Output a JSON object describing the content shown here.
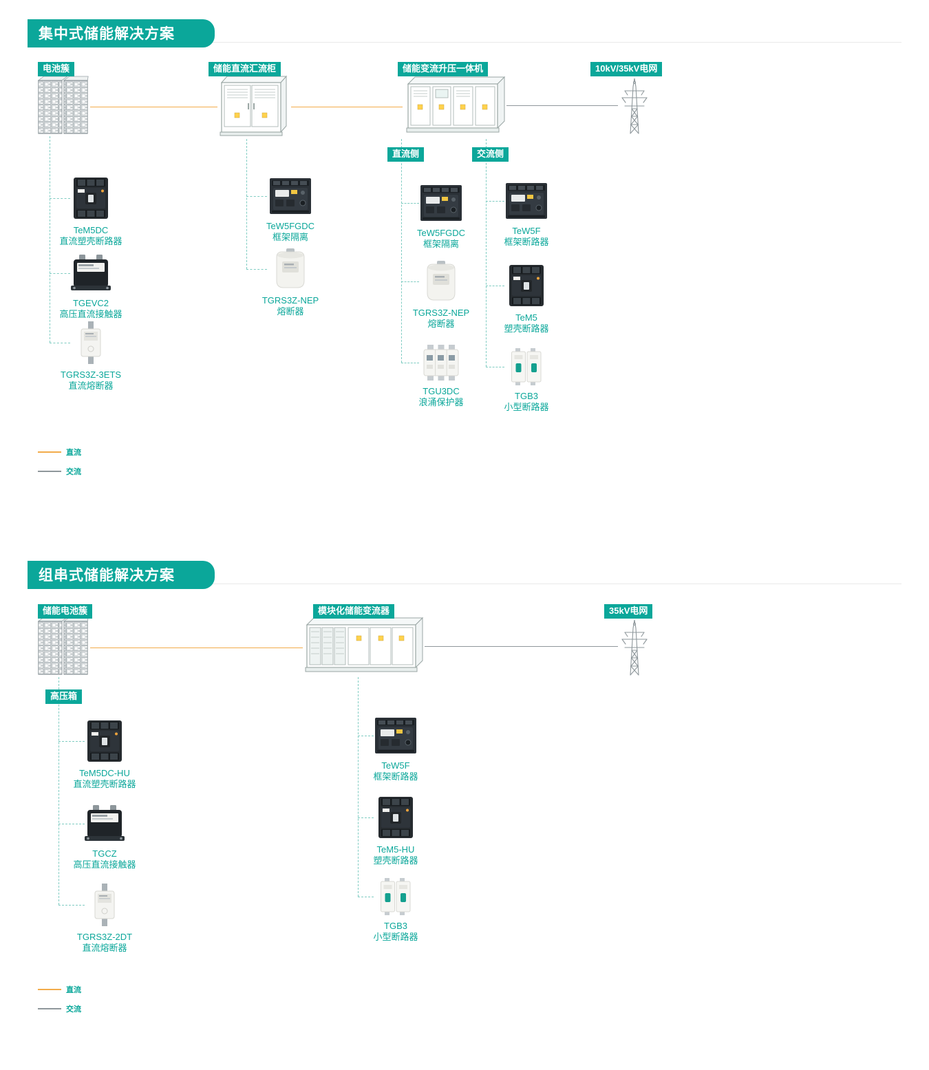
{
  "colors": {
    "teal": "#0ba79a",
    "dc_orange": "#f2ab4a",
    "ac_gray": "#8f979b"
  },
  "icon_names": [
    "battery-rack-icon",
    "dc-combiner-cabinet-icon",
    "pcs-booster-icon",
    "grid-tower-icon",
    "modular-pcs-icon",
    "mccb-icon",
    "acb-icon",
    "dc-contactor-icon",
    "blade-fuse-icon",
    "cylinder-fuse-icon",
    "spd-icon",
    "mcb-icon"
  ],
  "section1": {
    "title": "集中式储能解决方案",
    "nodes": {
      "battery": "电池簇",
      "combiner": "储能直流汇流柜",
      "pcs": "储能变流升压一体机",
      "grid": "10kV/35kV电网"
    },
    "battery_products": [
      {
        "name": "TeM5DC",
        "desc": "直流塑壳断路器"
      },
      {
        "name": "TGEVC2",
        "desc": "高压直流接触器"
      },
      {
        "name": "TGRS3Z-3ETS",
        "desc": "直流熔断器"
      }
    ],
    "combiner_products": [
      {
        "name": "TeW5FGDC",
        "desc": "框架隔离"
      },
      {
        "name": "TGRS3Z-NEP",
        "desc": "熔断器"
      }
    ],
    "dc_side_label": "直流侧",
    "dc_products": [
      {
        "name": "TeW5FGDC",
        "desc": "框架隔离"
      },
      {
        "name": "TGRS3Z-NEP",
        "desc": "熔断器"
      },
      {
        "name": "TGU3DC",
        "desc": "浪涌保护器"
      }
    ],
    "ac_side_label": "交流侧",
    "ac_products": [
      {
        "name": "TeW5F",
        "desc": "框架断路器"
      },
      {
        "name": "TeM5",
        "desc": "塑壳断路器"
      },
      {
        "name": "TGB3",
        "desc": "小型断路器"
      }
    ],
    "legend": {
      "dc": "直流",
      "ac": "交流"
    }
  },
  "section2": {
    "title": "组串式储能解决方案",
    "nodes": {
      "battery": "储能电池簇",
      "pcs": "模块化储能变流器",
      "grid": "35kV电网"
    },
    "hv_box_label": "高压箱",
    "battery_products": [
      {
        "name": "TeM5DC-HU",
        "desc": "直流塑壳断路器"
      },
      {
        "name": "TGCZ",
        "desc": "高压直流接触器"
      },
      {
        "name": "TGRS3Z-2DT",
        "desc": "直流熔断器"
      }
    ],
    "pcs_products": [
      {
        "name": "TeW5F",
        "desc": "框架断路器"
      },
      {
        "name": "TeM5-HU",
        "desc": "塑壳断路器"
      },
      {
        "name": "TGB3",
        "desc": "小型断路器"
      }
    ],
    "legend": {
      "dc": "直流",
      "ac": "交流"
    }
  }
}
